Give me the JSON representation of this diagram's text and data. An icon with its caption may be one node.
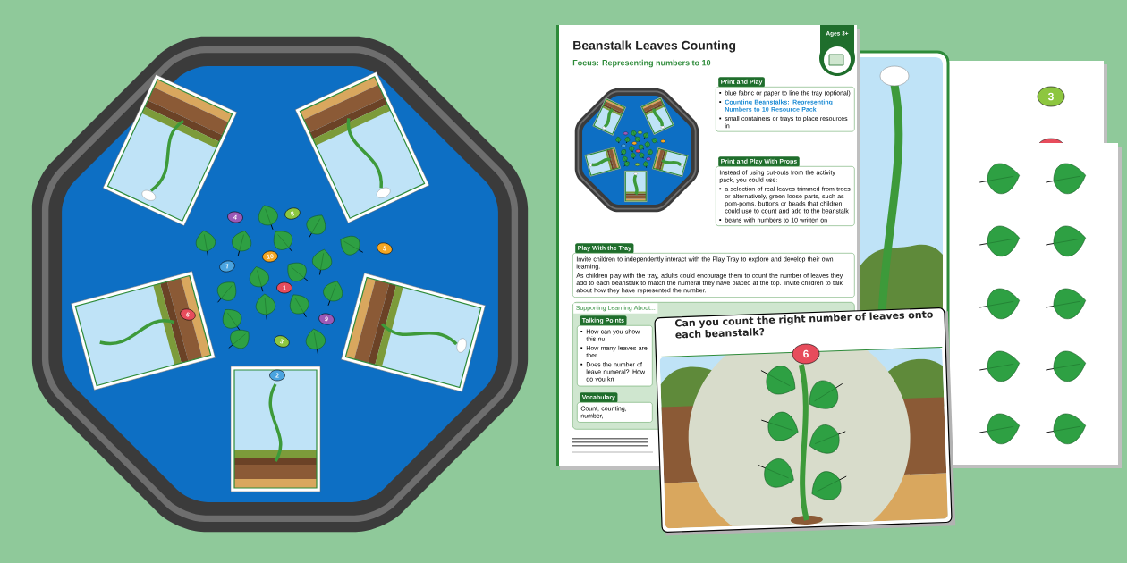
{
  "diagram": {
    "title": "Beanstalk Leaves Counting",
    "nodes": [
      {
        "text": [
          "Print and Play",
          "blue fabric or paper to line the tray (optional)",
          "Counting Beanstalks: Representing Numbers to 10 Resource Pack",
          "small containers or trays to place resources in"
        ]
      },
      {
        "text": [
          "Print and Play With Props",
          "Instead of using cut-outs from the activity pack, you could use:",
          "a selection of real leaves trimmed from trees or alternatively, green loose parts, such as pom-poms, buttons or beads that children could use to count and add to the beanstalk",
          "beans with numbers to 10 written on"
        ]
      },
      {
        "text": [
          "Play With the Tray",
          "Invite children to independently interact with the Play Tray to explore and develop their own learning.",
          "As children play with the tray, adults could encourage them to count the number of leaves they add to each beanstalk to match the numeral they have placed at the top. Invite children to talk about how they have represented the number."
        ]
      },
      {
        "text": [
          "Supporting Learning About..."
        ]
      },
      {
        "text": [
          "Talking Points",
          "How can you show this nu",
          "How many leaves are ther",
          "Does the number of leave numeral? How do you kn"
        ],
        "in": 3
      },
      {
        "text": [
          "Vocabulary",
          "Count, counting, number,"
        ],
        "in": 3
      },
      {
        "text": [
          "Ages 3+"
        ]
      }
    ],
    "labels": [
      "Focus: Representing numbers to 10",
      "4",
      "8",
      "10",
      "5",
      "7",
      "1",
      "6",
      "9",
      "3",
      "2",
      "Can you count the right number of leaves onto each beanstalk?",
      "6",
      "3"
    ]
  }
}
